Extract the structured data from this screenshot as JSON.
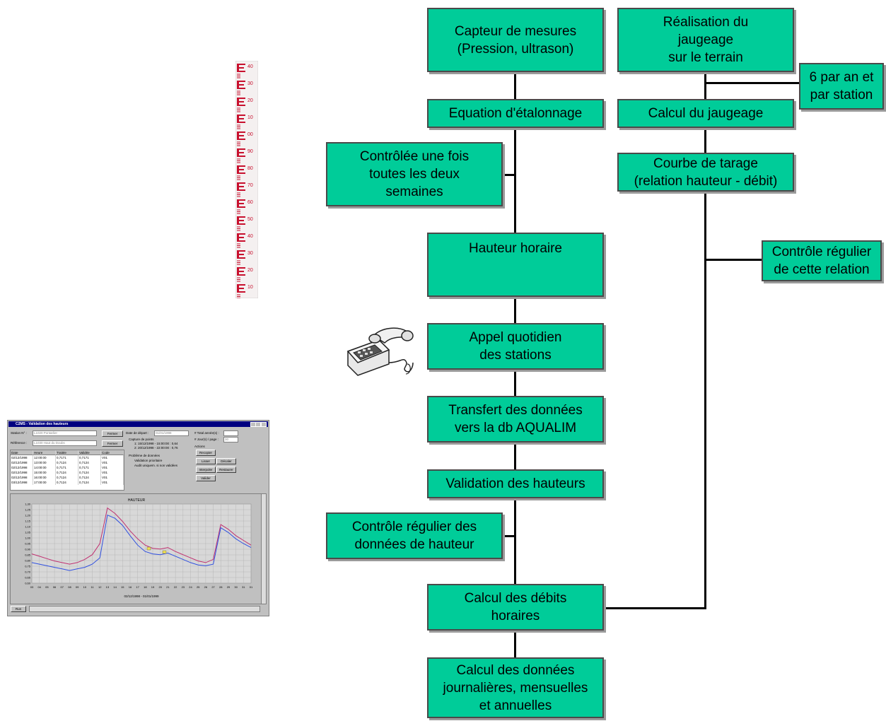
{
  "boxes": {
    "capteur": "Capteur de mesures\n(Pression, ultrason)",
    "etalonnage": "Equation d'étalonnage",
    "controle_deux_semaines": "Contrôlée une fois\ntoutes les deux\nsemaines",
    "hauteur_horaire": "Hauteur horaire",
    "appel": "Appel quotidien\ndes stations",
    "transfert": "Transfert des données\nvers la db AQUALIM",
    "validation": "Validation des hauteurs",
    "controle_hauteur": "Contrôle régulier des\ndonnées de hauteur",
    "calcul_debits": "Calcul des débits\nhoraires",
    "calcul_donnees": "Calcul des données\njournalières, mensuelles\net annuelles",
    "jaugeage_terrain": "Réalisation du\njaugeage\nsur le terrain",
    "six_par_an": "6 par an et\npar station",
    "calcul_jaugeage": "Calcul du jaugeage",
    "courbe_tarage": "Courbe de tarage\n(relation hauteur - débit)",
    "controle_relation": "Contrôle régulier\nde cette relation"
  },
  "ruler_labels": [
    "40",
    "30",
    "20",
    "10",
    "00",
    "90",
    "80",
    "70",
    "60",
    "50",
    "40",
    "30",
    "20",
    "10"
  ],
  "window": {
    "title": "C2MS - Validation des hauteurs",
    "station_label": "Station N° :",
    "station_value": "L1020 Pontarlier",
    "reference_label": "Référence :",
    "reference_value": "L1030 Haut du Doubs",
    "fermer": "Fermer",
    "date_label": "Date de départ :",
    "date_value": "01/01/1998",
    "capture_label": "Capture de points",
    "capture_1": "1: 15/12/1998 - 15:00:00 : 0,64",
    "capture_2": "2: 20/12/1998 - 22:00:00 : 0,76",
    "probleme_label": "Problème de données",
    "validation_prioritaire": "Validation prioritaire",
    "audit": "Audit uniquem. si non validées",
    "total_label": "# Total année(s) :",
    "jours_label": "# Jour(s) / page :",
    "jours_value": "30",
    "actions_label": "Actions",
    "btn_recopier": "Recopier",
    "btn_lisser": "Lisser",
    "btn_decaler": "Décaler",
    "btn_interpoler": "Interpoler",
    "btn_restaurer": "Restaurer",
    "btn_valider": "Valider",
    "btn_run": "Run",
    "table_headers": [
      "Date",
      "Heure",
      "Traitée",
      "Validée",
      "Code"
    ],
    "table_rows": [
      [
        "02/12/1998",
        "12:00:00",
        "0,7171",
        "0,7171",
        "V01"
      ],
      [
        "02/12/1998",
        "13:00:00",
        "0,7124",
        "0,7124",
        "V01"
      ],
      [
        "02/12/1998",
        "14:00:00",
        "0,7171",
        "0,7171",
        "V01"
      ],
      [
        "02/12/1998",
        "15:00:00",
        "0,7124",
        "0,7124",
        "V01"
      ],
      [
        "02/12/1998",
        "16:00:00",
        "0,7124",
        "0,7124",
        "V01"
      ],
      [
        "03/12/1998",
        "17:00:00",
        "0,7124",
        "0,7124",
        "V01"
      ]
    ],
    "chart_title": "HAUTEUR",
    "chart_period": "02/12/1998 - 01/01/1999",
    "y_ticks": [
      "1,30",
      "1,25",
      "1,20",
      "1,15",
      "1,10",
      "1,05",
      "1,00",
      "0,95",
      "0,90",
      "0,85",
      "0,80",
      "0,75",
      "0,70",
      "0,65",
      "0,60"
    ],
    "x_ticks": [
      "03",
      "04",
      "05",
      "06",
      "07",
      "08",
      "09",
      "10",
      "11",
      "12",
      "13",
      "14",
      "15",
      "16",
      "17",
      "18",
      "19",
      "20",
      "21",
      "22",
      "23",
      "24",
      "25",
      "26",
      "27",
      "28",
      "29",
      "30",
      "31",
      "01"
    ]
  },
  "colors": {
    "box_fill": "#00CC99",
    "ruler_red": "#c8102e",
    "series_1": "#c03070",
    "series_2": "#3050e0"
  }
}
